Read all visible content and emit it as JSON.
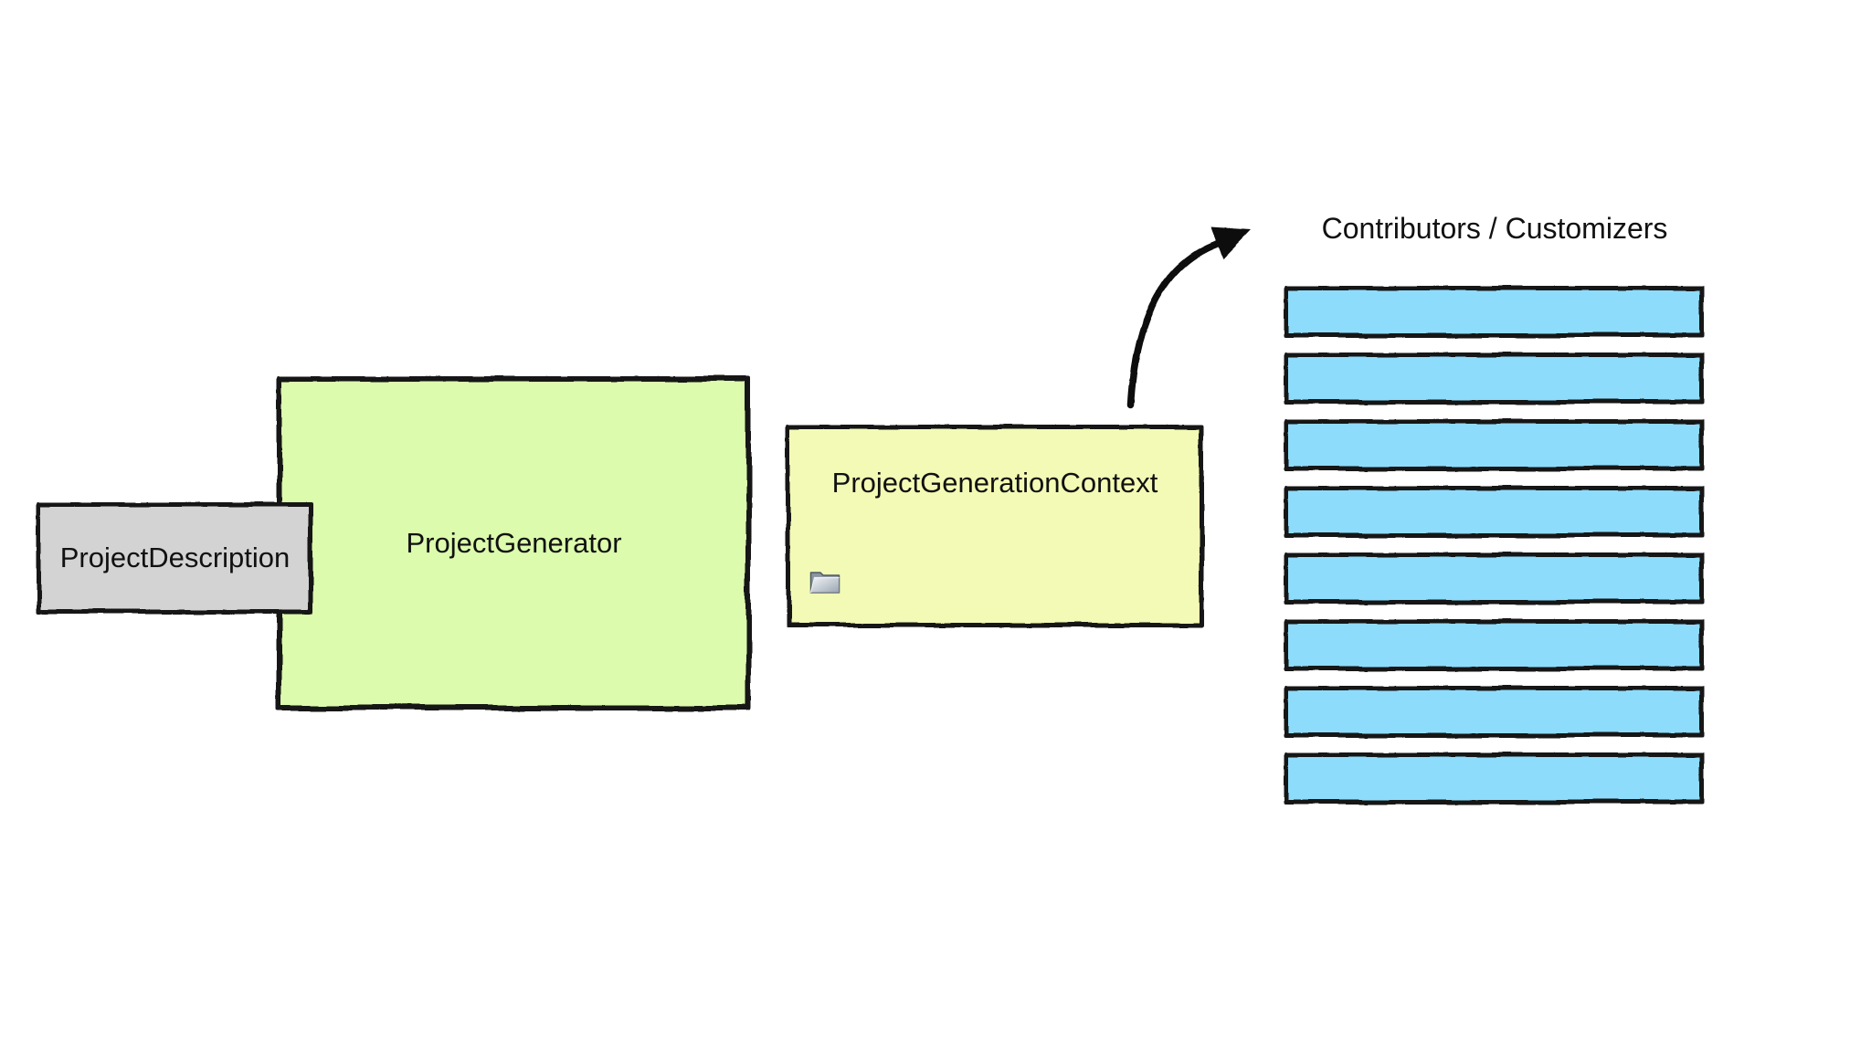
{
  "canvas": {
    "background": "#ffffff",
    "stroke": "#161616"
  },
  "nodes": {
    "project_description": {
      "label": "ProjectDescription",
      "fill": "#d3d3d3"
    },
    "project_generator": {
      "label": "ProjectGenerator",
      "fill": "#dcfbad"
    },
    "project_generation_context": {
      "label": "ProjectGenerationContext",
      "fill": "#f3fab5",
      "icon": "folder-icon"
    }
  },
  "contributors": {
    "heading": "Contributors / Customizers",
    "bar_count": 8,
    "bar_fill": "#8edcfb"
  },
  "arrow": {
    "color": "#111111"
  }
}
